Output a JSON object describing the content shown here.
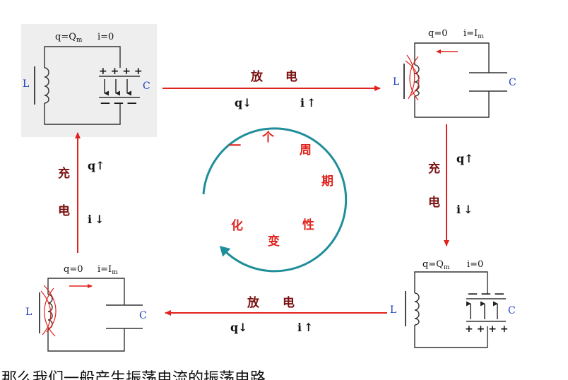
{
  "colors": {
    "wire": "#333333",
    "arrow_red": "#e0231c",
    "cycle_teal": "#1f8e9a",
    "label_dark_red": "#7a1010",
    "label_blue": "#1a3bbd",
    "panel_bg": "#eeeeee"
  },
  "states": {
    "top_left": {
      "q": "q=Q",
      "q_sub": "m",
      "i": "i=0",
      "L": "L",
      "C": "C",
      "plates_top": "+ + + +",
      "plates_bottom": "— — —"
    },
    "top_right": {
      "q": "q=0",
      "i": "i=I",
      "i_sub": "m",
      "L": "L",
      "C": "C"
    },
    "bottom_right": {
      "q": "q=Q",
      "q_sub": "m",
      "i": "i=0",
      "L": "L",
      "C": "C",
      "plates_top": "— — —",
      "plates_bottom": "+ + + +"
    },
    "bottom_left": {
      "q": "q=0",
      "i": "i=I",
      "i_sub": "m",
      "L": "L",
      "C": "C"
    }
  },
  "transitions": {
    "top": {
      "ch1": "放",
      "ch2": "电",
      "q": "q",
      "q_arrow": "↓",
      "i": "i",
      "i_arrow": "↑"
    },
    "right": {
      "ch1": "充",
      "ch2": "电",
      "q": "q",
      "q_arrow": "↑",
      "i": "i",
      "i_arrow": "↓"
    },
    "bottom": {
      "ch1": "放",
      "ch2": "电",
      "q": "q",
      "q_arrow": "↓",
      "i": "i",
      "i_arrow": "↑"
    },
    "left": {
      "ch1": "充",
      "ch2": "电",
      "q": "q",
      "q_arrow": "↑",
      "i": "i",
      "i_arrow": "↓"
    }
  },
  "cycle_text": [
    "一",
    "个",
    "周",
    "期",
    "性",
    "变",
    "化"
  ],
  "bottom_text": "那么我们一般产生振荡电流的振荡电路"
}
